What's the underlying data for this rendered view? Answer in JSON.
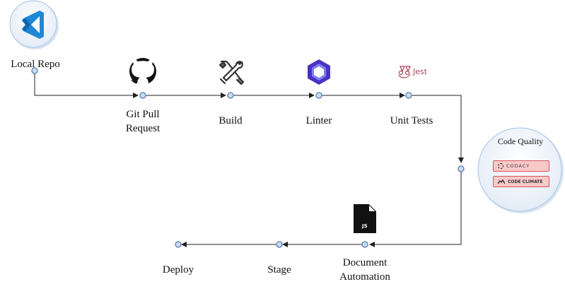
{
  "stages": {
    "local_repo": {
      "label": "Local Repo",
      "icon": "vscode-icon"
    },
    "git_pr": {
      "label": "Git Pull Request",
      "icon": "github-icon"
    },
    "build": {
      "label": "Build",
      "icon": "tools-icon"
    },
    "linter": {
      "label": "Linter",
      "icon": "eslint-icon"
    },
    "unit_tests": {
      "label": "Unit Tests",
      "icon": "jest-icon",
      "icon_text": "Jest"
    },
    "doc_automation": {
      "label": "Document Automation",
      "icon": "js-file-icon",
      "icon_text": "JS"
    },
    "stage": {
      "label": "Stage"
    },
    "deploy": {
      "label": "Deploy"
    }
  },
  "code_quality": {
    "title": "Code Quality",
    "tools": [
      {
        "name": "CODACY",
        "icon": "codacy-icon"
      },
      {
        "name": "CODE CLIMATE",
        "icon": "code-climate-icon"
      }
    ]
  },
  "colors": {
    "connector": "#222222",
    "node_fill": "#c9dcf2",
    "node_stroke": "#6b8cb5",
    "vscode_blue": "#1e88d6",
    "eslint_purple": "#4b32c3",
    "badge_fill": "#f9c9c8",
    "badge_stroke": "#d8555b"
  }
}
